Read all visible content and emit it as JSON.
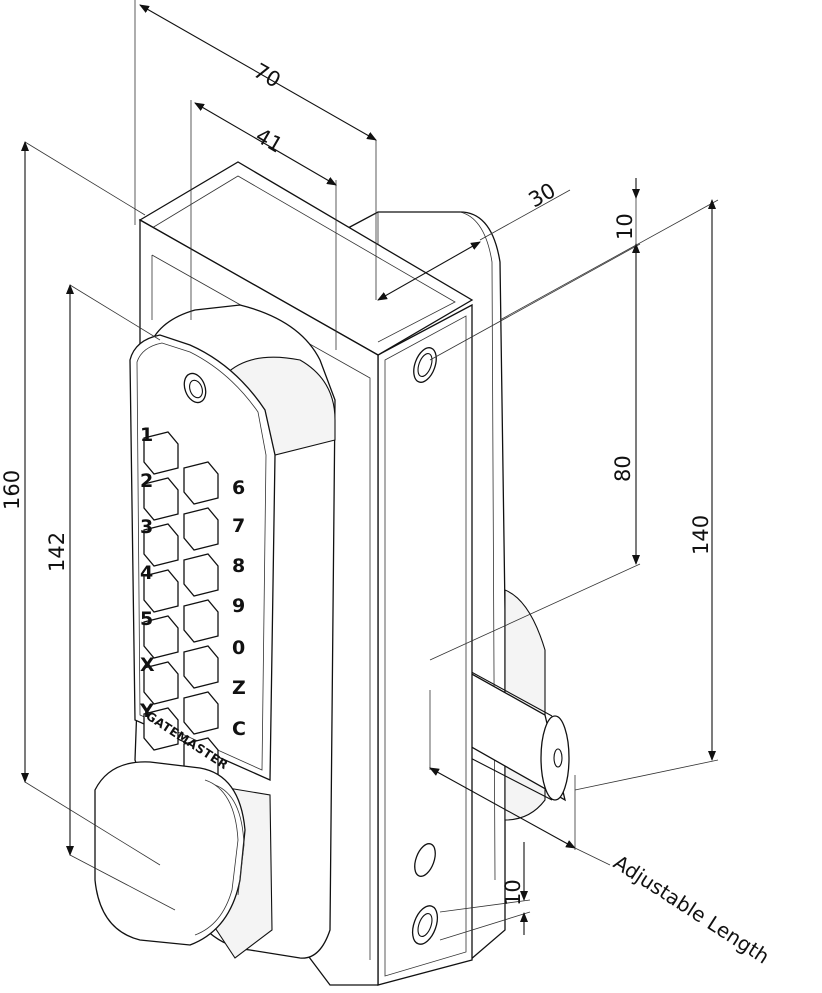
{
  "dimensions": {
    "width_overall": "70",
    "width_keypad": "41",
    "depth": "30",
    "top_offset": "10",
    "hole_spacing": "80",
    "height_overall": "160",
    "height_keypad": "142",
    "bolt_span": "140",
    "bottom_offset": "10",
    "adjustable_length": "Adjustable Length"
  },
  "keypad": {
    "left_keys": [
      "1",
      "2",
      "3",
      "4",
      "5",
      "X",
      "Y"
    ],
    "right_keys": [
      "6",
      "7",
      "8",
      "9",
      "0",
      "Z",
      "C"
    ],
    "brand": "GATEMASTER"
  }
}
